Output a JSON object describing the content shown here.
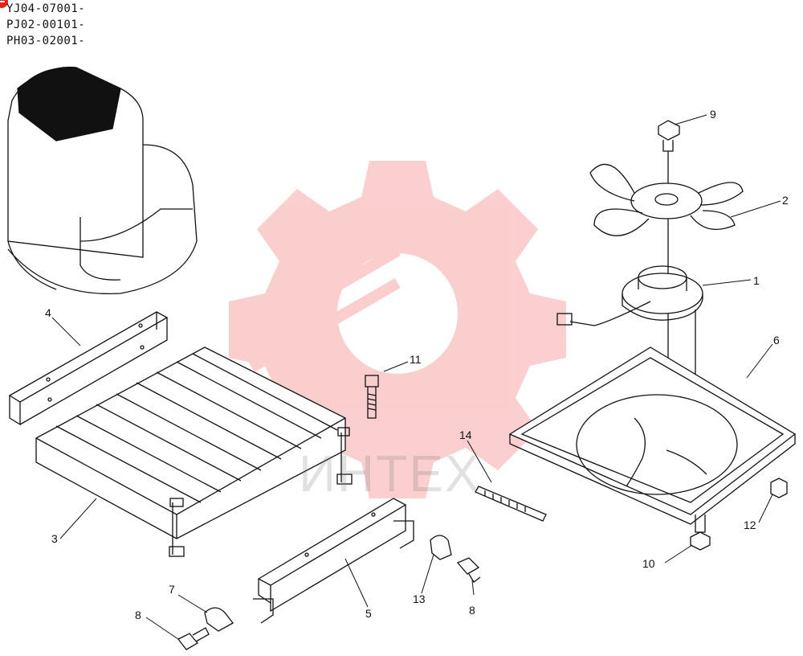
{
  "serials": [
    "YJ04-07001-",
    "PJ02-00101-",
    "PH03-02001-"
  ],
  "watermark_text": "ИНТЕХ",
  "callouts": [
    "1",
    "2",
    "3",
    "4",
    "5",
    "6",
    "7",
    "8",
    "9",
    "10",
    "11",
    "12",
    "13",
    "14",
    "8"
  ],
  "colors": {
    "ink": "#111111",
    "watermark": "#f25f5f",
    "marker": "#e2231a"
  }
}
